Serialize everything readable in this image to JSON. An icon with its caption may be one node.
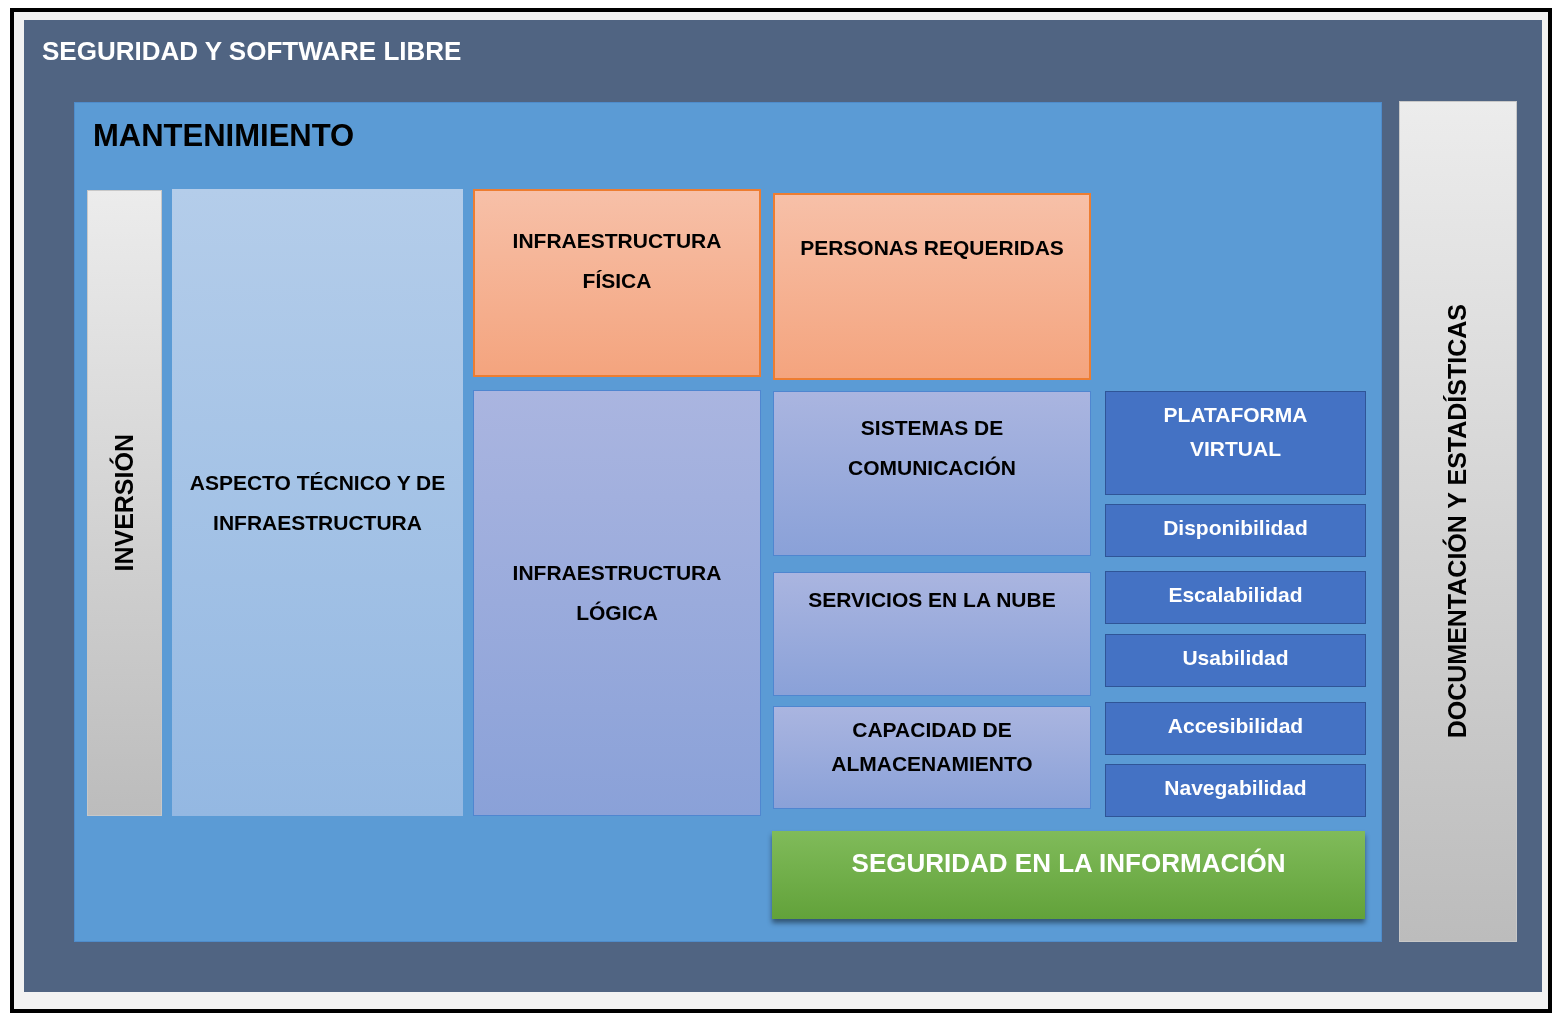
{
  "diagram": {
    "nodes": [
      {
        "text": [
          "SEGURIDAD Y SOFTWARE LIBRE"
        ]
      },
      {
        "text": [
          "MANTENIMIENTO"
        ],
        "in": 0
      },
      {
        "text": [
          "INVERSIÓN"
        ],
        "in": 1
      },
      {
        "text": [
          "ASPECTO TÉCNICO Y DE INFRAESTRUCTURA"
        ],
        "in": 1
      },
      {
        "text": [
          "INFRAESTRUCTURA FÍSICA"
        ],
        "in": 1
      },
      {
        "text": [
          "PERSONAS REQUERIDAS"
        ],
        "in": 1
      },
      {
        "text": [
          "INFRAESTRUCTURA LÓGICA"
        ],
        "in": 1
      },
      {
        "text": [
          "SISTEMAS DE COMUNICACIÓN"
        ],
        "in": 1
      },
      {
        "text": [
          "SERVICIOS EN LA NUBE"
        ],
        "in": 1
      },
      {
        "text": [
          "CAPACIDAD DE ALMACENAMIENTO"
        ],
        "in": 1
      },
      {
        "text": [
          "PLATAFORMA VIRTUAL"
        ],
        "in": 1
      },
      {
        "text": [
          "Disponibilidad"
        ],
        "in": 1
      },
      {
        "text": [
          "Escalabilidad"
        ],
        "in": 1
      },
      {
        "text": [
          "Usabilidad"
        ],
        "in": 1
      },
      {
        "text": [
          "Accesibilidad"
        ],
        "in": 1
      },
      {
        "text": [
          "Navegabilidad"
        ],
        "in": 1
      },
      {
        "text": [
          "SEGURIDAD EN LA INFORMACIÓN"
        ],
        "in": 1
      },
      {
        "text": [
          "DOCUMENTACIÓN Y ESTADÍSTICAS"
        ],
        "in": 0
      }
    ],
    "edges": []
  }
}
